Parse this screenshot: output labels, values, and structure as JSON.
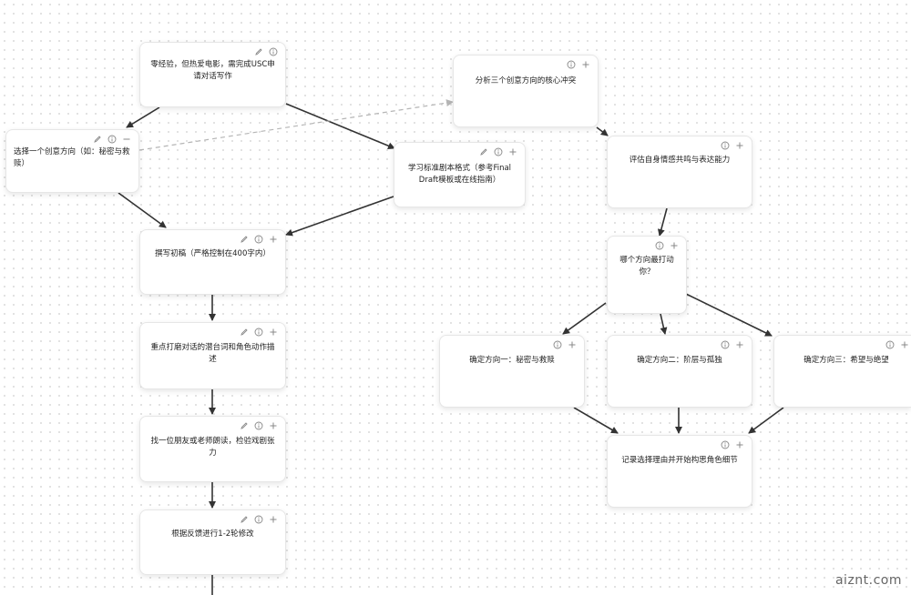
{
  "nodes": {
    "n1": "零经验，但热爱电影，需完成USC申请对话写作",
    "n2": "选择一个创意方向（如：秘密与救赎）",
    "n3": "学习标准剧本格式（参考Final Draft模板或在线指南）",
    "n4": "撰写初稿（严格控制在400字内）",
    "n5": "重点打磨对话的潜台词和角色动作描述",
    "n6": "找一位朋友或老师朗读，检验戏剧张力",
    "n7": "根据反馈进行1-2轮修改",
    "n8": "分析三个创意方向的核心冲突",
    "n9": "评估自身情感共鸣与表达能力",
    "n10": "哪个方向最打动你？",
    "n11": "确定方向一：秘密与救赎",
    "n12": "确定方向二：阶层与孤独",
    "n13": "确定方向三：希望与绝望",
    "n14": "记录选择理由并开始构思角色细节"
  },
  "icons": [
    "edit-icon",
    "info-icon",
    "plus-icon",
    "minus-icon"
  ],
  "colors": {
    "edge": "#333333",
    "dashed_edge": "#b5b5b5",
    "node_border": "#e6e6e6",
    "canvas_dot": "#d9d9d9"
  },
  "watermark": "aiznt.com"
}
